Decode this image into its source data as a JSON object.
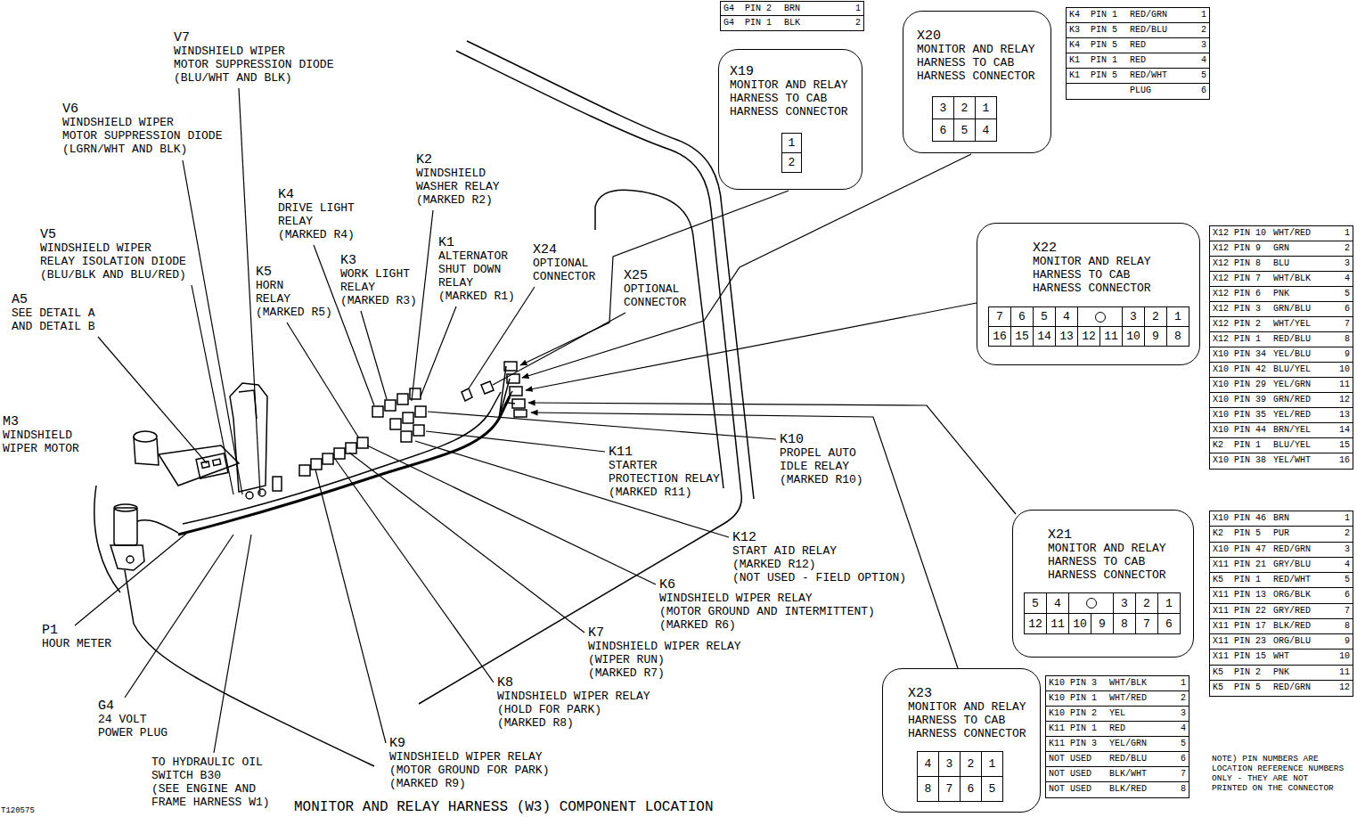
{
  "diagram": {
    "title": "MONITOR AND RELAY HARNESS (W3) COMPONENT LOCATION",
    "nodes": [
      {
        "text": [
          "X19",
          "MONITOR AND RELAY HARNESS TO CAB HARNESS CONNECTOR"
        ]
      },
      {
        "text": [
          "X20",
          "MONITOR AND RELAY HARNESS TO CAB HARNESS CONNECTOR"
        ]
      },
      {
        "text": [
          "X22",
          "MONITOR AND RELAY HARNESS TO CAB HARNESS CONNECTOR"
        ]
      },
      {
        "text": [
          "X21",
          "MONITOR AND RELAY HARNESS TO CAB HARNESS CONNECTOR"
        ]
      },
      {
        "text": [
          "X23",
          "MONITOR AND RELAY HARNESS TO CAB HARNESS CONNECTOR"
        ]
      }
    ],
    "labels": [
      "V7",
      "WINDSHIELD WIPER",
      "MOTOR SUPPRESSION DIODE",
      "(BLU/WHT AND BLK)",
      "V6",
      "WINDSHIELD WIPER",
      "MOTOR SUPPRESSION DIODE",
      "(LGRN/WHT AND BLK)",
      "V5",
      "WINDSHIELD WIPER",
      "RELAY ISOLATION DIODE",
      "(BLU/BLK AND BLU/RED)",
      "A5",
      "SEE DETAIL A",
      "AND DETAIL B",
      "M3",
      "WINDSHIELD",
      "WIPER MOTOR",
      "K4",
      "DRIVE LIGHT",
      "RELAY",
      "(MARKED R4)",
      "K2",
      "WINDSHIELD",
      "WASHER RELAY",
      "(MARKED R2)",
      "K5",
      "HORN",
      "RELAY",
      "(MARKED R5)",
      "K3",
      "WORK LIGHT",
      "RELAY",
      "(MARKED R3)",
      "K1",
      "ALTERNATOR",
      "SHUT DOWN",
      "RELAY",
      "(MARKED R1)",
      "X24",
      "OPTIONAL",
      "CONNECTOR",
      "X25",
      "OPTIONAL",
      "CONNECTOR",
      "K11",
      "STARTER",
      "PROTECTION RELAY",
      "(MARKED R11)",
      "K10",
      "PROPEL AUTO",
      "IDLE RELAY",
      "(MARKED R10)",
      "K12",
      "START AID RELAY",
      "(MARKED R12)",
      "(NOT USED - FIELD OPTION)",
      "K6",
      "WINDSHIELD WIPER RELAY",
      "(MOTOR GROUND AND INTERMITTENT)",
      "(MARKED R6)",
      "K7",
      "WINDSHIELD WIPER RELAY",
      "(WIPER RUN)",
      "(MARKED R7)",
      "K8",
      "WINDSHIELD WIPER RELAY",
      "(HOLD FOR PARK)",
      "(MARKED R8)",
      "K9",
      "WINDSHIELD WIPER RELAY",
      "(MOTOR GROUND FOR PARK)",
      "(MARKED R9)",
      "P1",
      "HOUR METER",
      "G4",
      "24 VOLT",
      "POWER PLUG",
      "TO HYDRAULIC OIL",
      "SWITCH B30",
      "(SEE ENGINE AND",
      "FRAME HARNESS W1)",
      "1",
      "2",
      "3",
      "2",
      "1",
      "6",
      "5",
      "4",
      "7",
      "6",
      "5",
      "4",
      "3",
      "2",
      "1",
      "16",
      "15",
      "14",
      "13",
      "12",
      "11",
      "10",
      "9",
      "8",
      "5",
      "4",
      "3",
      "2",
      "1",
      "12",
      "11",
      "10",
      "9",
      "8",
      "7",
      "6",
      "4",
      "3",
      "2",
      "1",
      "8",
      "7",
      "6",
      "5",
      "G4",
      "PIN 2",
      "BRN",
      "1",
      "G4",
      "PIN 1",
      "BLK",
      "2",
      "K4",
      "PIN 1",
      "RED/GRN",
      "1",
      "K3",
      "PIN 5",
      "RED/BLU",
      "2",
      "K4",
      "PIN 5",
      "RED",
      "3",
      "K1",
      "PIN 1",
      "RED",
      "4",
      "K1",
      "PIN 5",
      "RED/WHT",
      "5",
      "PLUG",
      "6",
      "X12",
      "PIN 10",
      "WHT/RED",
      "1",
      "X12",
      "PIN 9",
      "GRN",
      "2",
      "X12",
      "PIN 8",
      "BLU",
      "3",
      "X12",
      "PIN 7",
      "WHT/BLK",
      "4",
      "X12",
      "PIN 6",
      "PNK",
      "5",
      "X12",
      "PIN 3",
      "GRN/BLU",
      "6",
      "X12",
      "PIN 2",
      "WHT/YEL",
      "7",
      "X12",
      "PIN 1",
      "RED/BLU",
      "8",
      "X10",
      "PIN 34",
      "YEL/BLU",
      "9",
      "X10",
      "PIN 42",
      "BLU/YEL",
      "10",
      "X10",
      "PIN 29",
      "YEL/GRN",
      "11",
      "X10",
      "PIN 39",
      "GRN/RED",
      "12",
      "X10",
      "PIN 35",
      "YEL/RED",
      "13",
      "X10",
      "PIN 44",
      "BRN/YEL",
      "14",
      "K2",
      "PIN 1",
      "BLU/YEL",
      "15",
      "X10",
      "PIN 38",
      "YEL/WHT",
      "16",
      "X10",
      "PIN 46",
      "BRN",
      "1",
      "K2",
      "PIN 5",
      "PUR",
      "2",
      "X10",
      "PIN 47",
      "RED/GRN",
      "3",
      "X11",
      "PIN 21",
      "GRY/BLU",
      "4",
      "K5",
      "PIN 1",
      "RED/WHT",
      "5",
      "X11",
      "PIN 13",
      "ORG/BLK",
      "6",
      "X11",
      "PIN 22",
      "GRY/RED",
      "7",
      "X11",
      "PIN 17",
      "BLK/RED",
      "8",
      "X11",
      "PIN 23",
      "ORG/BLU",
      "9",
      "X11",
      "PIN 15",
      "WHT",
      "10",
      "K5",
      "PIN 2",
      "PNK",
      "11",
      "K5",
      "PIN 5",
      "RED/GRN",
      "12",
      "K10",
      "PIN 3",
      "WHT/BLK",
      "1",
      "K10",
      "PIN 1",
      "WHT/RED",
      "2",
      "K10",
      "PIN 2",
      "YEL",
      "3",
      "K11",
      "PIN 1",
      "RED",
      "4",
      "K11",
      "PIN 3",
      "YEL/GRN",
      "5",
      "NOT USED",
      "RED/BLU",
      "6",
      "NOT USED",
      "BLK/WHT",
      "7",
      "NOT USED",
      "BLK/RED",
      "8",
      "NOTE) PIN NUMBERS ARE",
      "LOCATION REFERENCE NUMBERS",
      "ONLY - THEY ARE NOT",
      "PRINTED ON THE CONNECTOR",
      "T120575"
    ]
  }
}
